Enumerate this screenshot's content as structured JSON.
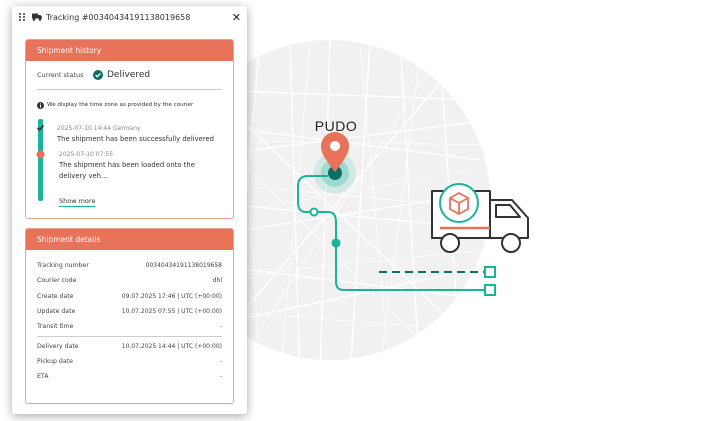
{
  "window": {
    "title": "Tracking #00340434191138019658"
  },
  "history": {
    "heading": "Shipment history",
    "status_label": "Current status",
    "status_value": "Delivered",
    "timezone_note": "We display the time zone as provided by the courier",
    "events": [
      {
        "meta": "2025-07-10 14:44  Germany",
        "text": "The shipment has been successfully delivered"
      },
      {
        "meta": "2025-07-10 07:55",
        "text": "The shipment has been loaded onto the delivery veh..."
      }
    ],
    "show_more": "Show more"
  },
  "details": {
    "heading": "Shipment details",
    "rows": [
      {
        "label": "Tracking number",
        "value": "00340434191138019658"
      },
      {
        "label": "Courier code",
        "value": "dhl"
      },
      {
        "label": "Create date",
        "value": "09.07.2025 17:46 | UTC (+00:00)"
      },
      {
        "label": "Update date",
        "value": "10.07.2025 07:55 | UTC (+00:00)"
      },
      {
        "label": "Transit time",
        "value": "-"
      },
      {
        "label": "Delivery date",
        "value": "10.07.2025 14:44 | UTC (+00:00)"
      },
      {
        "label": "Pickup date",
        "value": "-"
      },
      {
        "label": "ETA",
        "value": "-"
      }
    ]
  },
  "map": {
    "pudo_label": "PUDO"
  },
  "colors": {
    "accent": "#e8735a",
    "teal": "#1ab49a",
    "dark_teal": "#0d6e64"
  }
}
